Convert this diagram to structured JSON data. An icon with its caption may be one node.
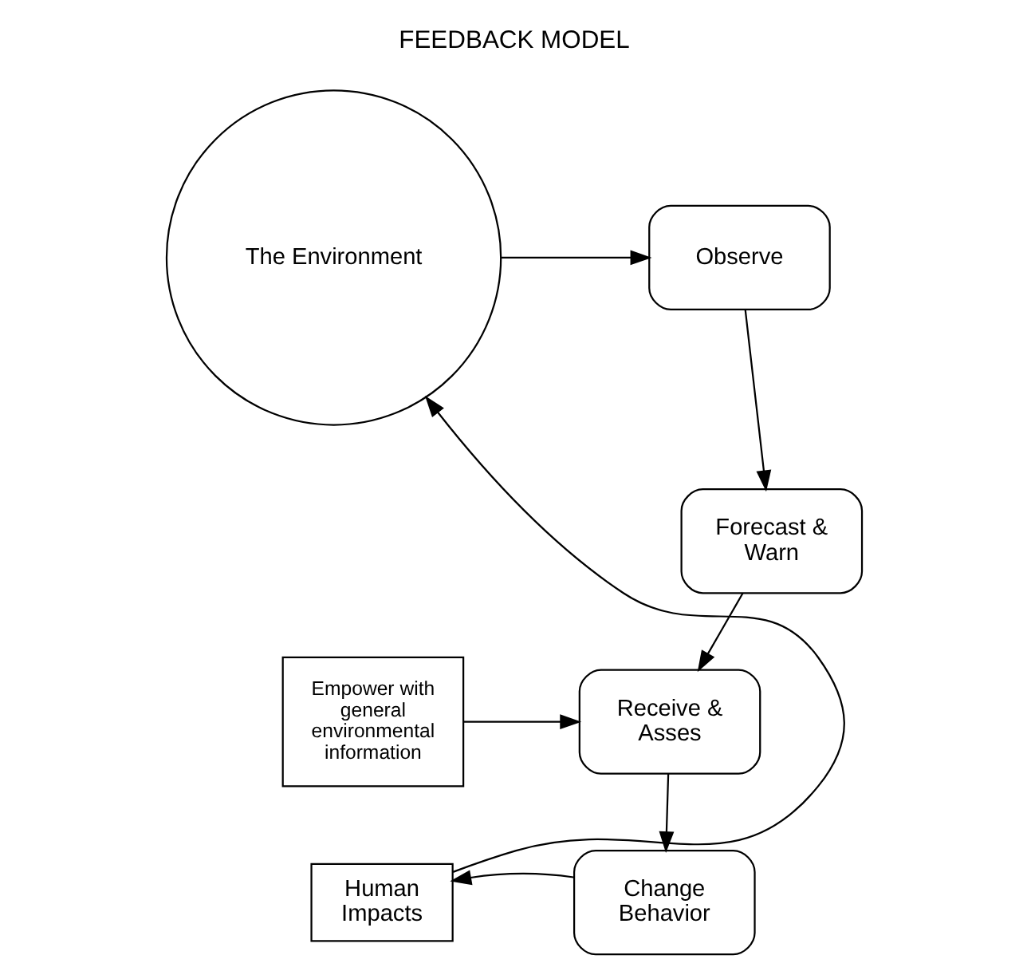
{
  "diagram": {
    "title": "FEEDBACK MODEL",
    "nodes": [
      {
        "text": [
          "The Environment"
        ]
      },
      {
        "text": [
          "Observe"
        ]
      },
      {
        "text": [
          "Forecast & Warn"
        ]
      },
      {
        "text": [
          "Empower with general environmental information"
        ]
      },
      {
        "text": [
          "Receive & Asses"
        ]
      },
      {
        "text": [
          "Human Impacts"
        ]
      },
      {
        "text": [
          "Change Behavior"
        ]
      }
    ],
    "edges": [
      {
        "from": 0,
        "to": 1,
        "arrow": "to"
      },
      {
        "from": 1,
        "to": 2,
        "arrow": "to"
      },
      {
        "from": 2,
        "to": 4,
        "arrow": "to"
      },
      {
        "from": 3,
        "to": 4,
        "arrow": "to"
      },
      {
        "from": 4,
        "to": 6,
        "arrow": "to"
      },
      {
        "from": 6,
        "to": 5,
        "arrow": "to"
      },
      {
        "from": 5,
        "to": 0,
        "arrow": "to"
      }
    ]
  }
}
